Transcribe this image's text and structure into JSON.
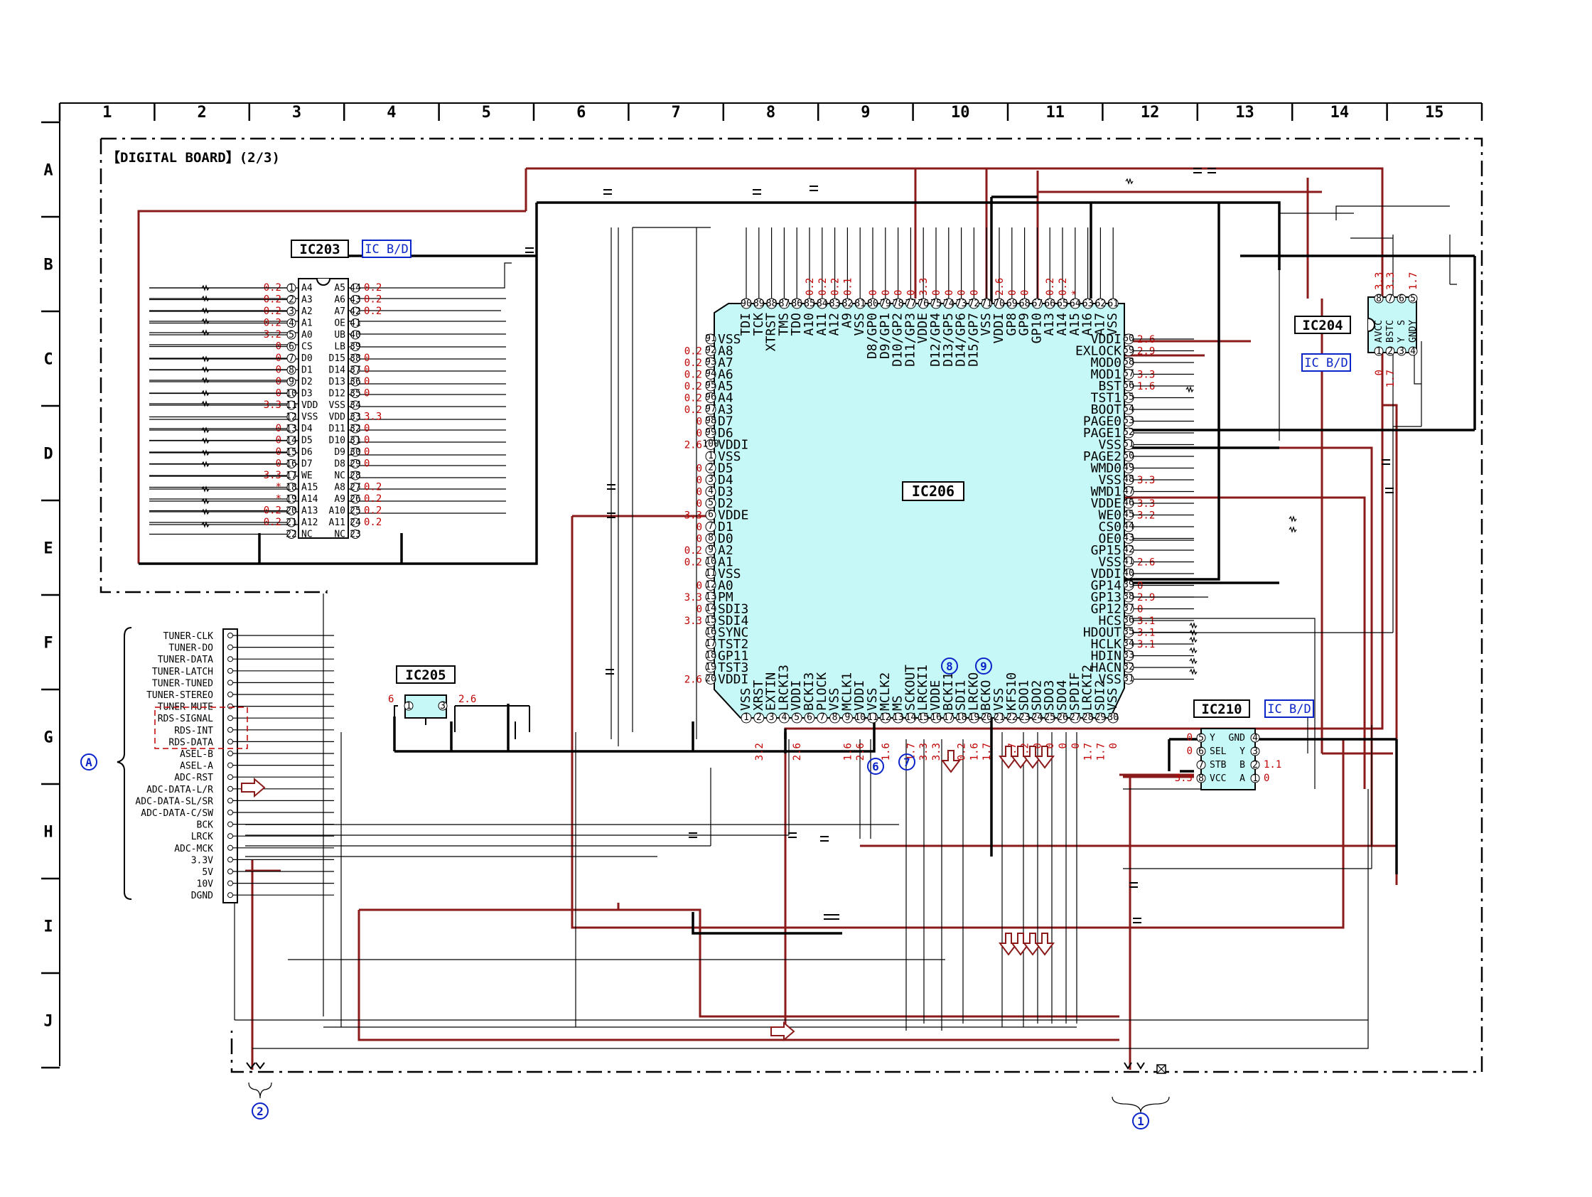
{
  "grid": {
    "columns": [
      "1",
      "2",
      "3",
      "4",
      "5",
      "6",
      "7",
      "8",
      "9",
      "10",
      "11",
      "12",
      "13",
      "14",
      "15"
    ],
    "rows": [
      "A",
      "B",
      "C",
      "D",
      "E",
      "F",
      "G",
      "H",
      "I",
      "J"
    ]
  },
  "board_title": "【DIGITAL BOARD】(2/3)",
  "ics": {
    "ic203": {
      "name": "IC203",
      "tag": "IC B/D",
      "left_pins": [
        {
          "n": "1",
          "f": "A4",
          "v": "0.2"
        },
        {
          "n": "2",
          "f": "A3",
          "v": "0.2"
        },
        {
          "n": "3",
          "f": "A2",
          "v": "0.2"
        },
        {
          "n": "4",
          "f": "A1",
          "v": "0.2"
        },
        {
          "n": "5",
          "f": "A0",
          "v": "3.2"
        },
        {
          "n": "6",
          "f": "CS",
          "v": "0"
        },
        {
          "n": "7",
          "f": "D0",
          "v": "0"
        },
        {
          "n": "8",
          "f": "D1",
          "v": "0"
        },
        {
          "n": "9",
          "f": "D2",
          "v": "0"
        },
        {
          "n": "10",
          "f": "D3",
          "v": "0"
        },
        {
          "n": "11",
          "f": "VDD",
          "v": "3.3"
        },
        {
          "n": "12",
          "f": "VSS",
          "v": ""
        },
        {
          "n": "13",
          "f": "D4",
          "v": "0"
        },
        {
          "n": "14",
          "f": "D5",
          "v": "0"
        },
        {
          "n": "15",
          "f": "D6",
          "v": "0"
        },
        {
          "n": "16",
          "f": "D7",
          "v": "0"
        },
        {
          "n": "17",
          "f": "WE",
          "v": "3.3"
        },
        {
          "n": "18",
          "f": "A15",
          "v": "*"
        },
        {
          "n": "19",
          "f": "A14",
          "v": "*"
        },
        {
          "n": "20",
          "f": "A13",
          "v": "0.2"
        },
        {
          "n": "21",
          "f": "A12",
          "v": "0.2"
        },
        {
          "n": "22",
          "f": "NC",
          "v": ""
        }
      ],
      "right_pins": [
        {
          "n": "44",
          "f": "A5",
          "v": "0.2"
        },
        {
          "n": "43",
          "f": "A6",
          "v": "0.2"
        },
        {
          "n": "42",
          "f": "A7",
          "v": "0.2"
        },
        {
          "n": "41",
          "f": "OE",
          "v": ""
        },
        {
          "n": "40",
          "f": "UB",
          "v": ""
        },
        {
          "n": "39",
          "f": "LB",
          "v": ""
        },
        {
          "n": "38",
          "f": "D15",
          "v": "0"
        },
        {
          "n": "37",
          "f": "D14",
          "v": "0"
        },
        {
          "n": "36",
          "f": "D13",
          "v": "0"
        },
        {
          "n": "35",
          "f": "D12",
          "v": "0"
        },
        {
          "n": "34",
          "f": "VSS",
          "v": ""
        },
        {
          "n": "33",
          "f": "VDD",
          "v": "3.3"
        },
        {
          "n": "32",
          "f": "D11",
          "v": "0"
        },
        {
          "n": "31",
          "f": "D10",
          "v": "0"
        },
        {
          "n": "30",
          "f": "D9",
          "v": "0"
        },
        {
          "n": "29",
          "f": "D8",
          "v": "0"
        },
        {
          "n": "28",
          "f": "NC",
          "v": ""
        },
        {
          "n": "27",
          "f": "A8",
          "v": "0.2"
        },
        {
          "n": "26",
          "f": "A9",
          "v": "0.2"
        },
        {
          "n": "25",
          "f": "A10",
          "v": "0.2"
        },
        {
          "n": "24",
          "f": "A11",
          "v": "0.2"
        },
        {
          "n": "23",
          "f": "NC",
          "v": ""
        }
      ]
    },
    "ic206": {
      "name": "IC206",
      "top_pins": [
        {
          "n": "90",
          "f": "TDI",
          "v": ""
        },
        {
          "n": "89",
          "f": "TCK",
          "v": ""
        },
        {
          "n": "88",
          "f": "XTRST",
          "v": ""
        },
        {
          "n": "87",
          "f": "TMS",
          "v": ""
        },
        {
          "n": "86",
          "f": "TDO",
          "v": ""
        },
        {
          "n": "85",
          "f": "A10",
          "v": "0.2"
        },
        {
          "n": "84",
          "f": "A11",
          "v": "0.2"
        },
        {
          "n": "83",
          "f": "A12",
          "v": "0.2"
        },
        {
          "n": "82",
          "f": "A9",
          "v": "0.1"
        },
        {
          "n": "81",
          "f": "VSS",
          "v": ""
        },
        {
          "n": "80",
          "f": "D8/GP0",
          "v": "0"
        },
        {
          "n": "79",
          "f": "D9/GP1",
          "v": "0"
        },
        {
          "n": "78",
          "f": "D10/GP2",
          "v": "0"
        },
        {
          "n": "77",
          "f": "D11/GP3",
          "v": "0"
        },
        {
          "n": "76",
          "f": "VDDE",
          "v": "3.3"
        },
        {
          "n": "75",
          "f": "D12/GP4",
          "v": "0"
        },
        {
          "n": "74",
          "f": "D13/GP5",
          "v": "0"
        },
        {
          "n": "73",
          "f": "D14/GP6",
          "v": "0"
        },
        {
          "n": "72",
          "f": "D15/GP7",
          "v": "0"
        },
        {
          "n": "71",
          "f": "VSS",
          "v": ""
        },
        {
          "n": "70",
          "f": "VDDI",
          "v": "2.6"
        },
        {
          "n": "69",
          "f": "GP8",
          "v": "0"
        },
        {
          "n": "68",
          "f": "GP9",
          "v": "0"
        },
        {
          "n": "67",
          "f": "GP10",
          "v": ""
        },
        {
          "n": "66",
          "f": "A13",
          "v": "0.2"
        },
        {
          "n": "65",
          "f": "A14",
          "v": "0.2"
        },
        {
          "n": "64",
          "f": "A15",
          "v": "*"
        },
        {
          "n": "63",
          "f": "A16",
          "v": ""
        },
        {
          "n": "62",
          "f": "A17",
          "v": ""
        },
        {
          "n": "61",
          "f": "VSS",
          "v": ""
        }
      ],
      "left_pins": [
        {
          "n": "91",
          "f": "VSS",
          "v": ""
        },
        {
          "n": "92",
          "f": "A8",
          "v": "0.2"
        },
        {
          "n": "93",
          "f": "A7",
          "v": "0.2"
        },
        {
          "n": "94",
          "f": "A6",
          "v": "0.2"
        },
        {
          "n": "95",
          "f": "A5",
          "v": "0.2"
        },
        {
          "n": "96",
          "f": "A4",
          "v": "0.2"
        },
        {
          "n": "97",
          "f": "A3",
          "v": "0.2"
        },
        {
          "n": "98",
          "f": "D7",
          "v": "0"
        },
        {
          "n": "99",
          "f": "D6",
          "v": "0"
        },
        {
          "n": "100",
          "f": "VDDI",
          "v": "2.6"
        },
        {
          "n": "1",
          "f": "VSS",
          "v": ""
        },
        {
          "n": "2",
          "f": "D5",
          "v": "0"
        },
        {
          "n": "3",
          "f": "D4",
          "v": "0"
        },
        {
          "n": "4",
          "f": "D3",
          "v": "0"
        },
        {
          "n": "5",
          "f": "D2",
          "v": "0"
        },
        {
          "n": "6",
          "f": "VDDE",
          "v": "3.3"
        },
        {
          "n": "7",
          "f": "D1",
          "v": "0"
        },
        {
          "n": "8",
          "f": "D0",
          "v": "0"
        },
        {
          "n": "9",
          "f": "A2",
          "v": "0.2"
        },
        {
          "n": "10",
          "f": "A1",
          "v": "0.2"
        },
        {
          "n": "11",
          "f": "VSS",
          "v": ""
        },
        {
          "n": "12",
          "f": "A0",
          "v": "0"
        },
        {
          "n": "13",
          "f": "PM",
          "v": "3.3"
        },
        {
          "n": "14",
          "f": "SDI3",
          "v": "0"
        },
        {
          "n": "15",
          "f": "SDI4",
          "v": "3.3"
        },
        {
          "n": "16",
          "f": "SYNC",
          "v": ""
        },
        {
          "n": "17",
          "f": "TST2",
          "v": ""
        },
        {
          "n": "18",
          "f": "GP11",
          "v": ""
        },
        {
          "n": "19",
          "f": "TST3",
          "v": ""
        },
        {
          "n": "20",
          "f": "VDDI",
          "v": "2.6"
        }
      ],
      "right_pins": [
        {
          "n": "60",
          "f": "VDDI",
          "v": "2.6"
        },
        {
          "n": "59",
          "f": "EXLOCK",
          "v": "2.9"
        },
        {
          "n": "58",
          "f": "MOD0",
          "v": ""
        },
        {
          "n": "57",
          "f": "MOD1",
          "v": "3.3"
        },
        {
          "n": "56",
          "f": "BST",
          "v": "1.6"
        },
        {
          "n": "55",
          "f": "TST1",
          "v": ""
        },
        {
          "n": "54",
          "f": "BOOT",
          "v": ""
        },
        {
          "n": "53",
          "f": "PAGE0",
          "v": ""
        },
        {
          "n": "52",
          "f": "PAGE1",
          "v": ""
        },
        {
          "n": "51",
          "f": "VSS",
          "v": ""
        },
        {
          "n": "50",
          "f": "PAGE2",
          "v": ""
        },
        {
          "n": "49",
          "f": "WMD0",
          "v": ""
        },
        {
          "n": "48",
          "f": "VSS",
          "v": "3.3"
        },
        {
          "n": "47",
          "f": "WMD1",
          "v": ""
        },
        {
          "n": "46",
          "f": "VDDE",
          "v": "3.3"
        },
        {
          "n": "45",
          "f": "WE0",
          "v": "3.2"
        },
        {
          "n": "44",
          "f": "CS0",
          "v": ""
        },
        {
          "n": "43",
          "f": "OE0",
          "v": ""
        },
        {
          "n": "42",
          "f": "GP15",
          "v": ""
        },
        {
          "n": "41",
          "f": "VSS",
          "v": "2.6"
        },
        {
          "n": "40",
          "f": "VDDI",
          "v": ""
        },
        {
          "n": "39",
          "f": "GP14",
          "v": "0"
        },
        {
          "n": "38",
          "f": "GP13",
          "v": "2.9"
        },
        {
          "n": "37",
          "f": "GP12",
          "v": "0"
        },
        {
          "n": "36",
          "f": "HCS",
          "v": "3.1"
        },
        {
          "n": "35",
          "f": "HDOUT",
          "v": "3.1"
        },
        {
          "n": "34",
          "f": "HCLK",
          "v": "3.1"
        },
        {
          "n": "33",
          "f": "HDIN",
          "v": ""
        },
        {
          "n": "32",
          "f": "HACN",
          "v": ""
        },
        {
          "n": "31",
          "f": "VSS",
          "v": ""
        }
      ],
      "bottom_pins": [
        {
          "n": "1",
          "f": "VSS",
          "v": ""
        },
        {
          "n": "2",
          "f": "XRST",
          "v": "3.2"
        },
        {
          "n": "3",
          "f": "EXTIN",
          "v": ""
        },
        {
          "n": "4",
          "f": "LRCKI3",
          "v": ""
        },
        {
          "n": "5",
          "f": "VDDI",
          "v": "2.6"
        },
        {
          "n": "6",
          "f": "BCKI3",
          "v": ""
        },
        {
          "n": "7",
          "f": "PLOCK",
          "v": ""
        },
        {
          "n": "8",
          "f": "VSS",
          "v": ""
        },
        {
          "n": "9",
          "f": "MCLK1",
          "v": "1.6"
        },
        {
          "n": "10",
          "f": "VDDI",
          "v": "2.6"
        },
        {
          "n": "11",
          "f": "VSS",
          "v": ""
        },
        {
          "n": "12",
          "f": "MCLK2",
          "v": "1.6"
        },
        {
          "n": "13",
          "f": "MS",
          "v": ""
        },
        {
          "n": "14",
          "f": "SCKOUT",
          "v": "1.7"
        },
        {
          "n": "15",
          "f": "LRCKI1",
          "v": "3.3"
        },
        {
          "n": "16",
          "f": "VDDE",
          "v": "3.3"
        },
        {
          "n": "17",
          "f": "BCKI1",
          "v": ""
        },
        {
          "n": "18",
          "f": "SDI1",
          "v": "0.2"
        },
        {
          "n": "19",
          "f": "LRCKO",
          "v": "1.6"
        },
        {
          "n": "20",
          "f": "BCKO",
          "v": "1.7"
        },
        {
          "n": "21",
          "f": "VSS",
          "v": ""
        },
        {
          "n": "22",
          "f": "KFS10",
          "v": "1.7"
        },
        {
          "n": "23",
          "f": "SDO1",
          "v": "1.2"
        },
        {
          "n": "24",
          "f": "SDO2",
          "v": "0"
        },
        {
          "n": "25",
          "f": "SDO3",
          "v": "0"
        },
        {
          "n": "26",
          "f": "SDO4",
          "v": "0"
        },
        {
          "n": "27",
          "f": "SPDIF",
          "v": "0"
        },
        {
          "n": "28",
          "f": "LRCKI2",
          "v": "1.7"
        },
        {
          "n": "29",
          "f": "SDI2",
          "v": "1.7"
        },
        {
          "n": "30",
          "f": "VSS",
          "v": "0"
        }
      ]
    },
    "ic205": {
      "name": "IC205",
      "pins": [
        {
          "n": "1",
          "v": "6"
        },
        {
          "n": "2",
          "v": ""
        },
        {
          "n": "3",
          "v": "2.6"
        }
      ]
    },
    "ic204": {
      "name": "IC204",
      "tag": "IC B/D",
      "top_pins": [
        {
          "n": "8",
          "f": "VCC",
          "v": "3.3"
        },
        {
          "n": "7",
          "f": "STC",
          "v": "3.3"
        },
        {
          "n": "6",
          "f": "S",
          "v": ""
        },
        {
          "n": "5",
          "f": "Y",
          "v": "1.7"
        }
      ],
      "bottom_pins": [
        {
          "n": "1",
          "f": "A",
          "v": "0"
        },
        {
          "n": "2",
          "f": "B",
          "v": "1.7"
        },
        {
          "n": "3",
          "f": "Y",
          "v": ""
        },
        {
          "n": "4",
          "f": "GND",
          "v": ""
        }
      ]
    },
    "ic210": {
      "name": "IC210",
      "tag": "IC B/D",
      "left_pins": [
        {
          "n": "5",
          "f": "Y",
          "v": "0"
        },
        {
          "n": "6",
          "f": "SEL",
          "v": "0"
        },
        {
          "n": "7",
          "f": "STB",
          "v": ""
        },
        {
          "n": "8",
          "f": "VCC",
          "v": "3.3"
        }
      ],
      "right_pins": [
        {
          "n": "4",
          "f": "GND",
          "v": ""
        },
        {
          "n": "3",
          "f": "Y",
          "v": ""
        },
        {
          "n": "2",
          "f": "B",
          "v": "1.1"
        },
        {
          "n": "1",
          "f": "A",
          "v": "0"
        }
      ]
    }
  },
  "connector_labels": [
    "TUNER-CLK",
    "TUNER-DO",
    "TUNER-DATA",
    "TUNER-LATCH",
    "TUNER-TUNED",
    "TUNER-STEREO",
    "TUNER-MUTE",
    "RDS-SIGNAL",
    "RDS-INT",
    "RDS-DATA",
    "ASEL-B",
    "ASEL-A",
    "ADC-RST",
    "ADC-DATA-L/R",
    "ADC-DATA-SL/SR",
    "ADC-DATA-C/SW",
    "BCK",
    "LRCK",
    "ADC-MCK",
    "3.3V",
    "5V",
    "10V",
    "DGND"
  ],
  "markers": {
    "A": "A",
    "one": "1",
    "two": "2",
    "six": "6",
    "seven": "7",
    "eight": "8",
    "nine": "9"
  },
  "colors": {
    "wire": "#000000",
    "power": "#8b1a1a",
    "voltage": "#c00000",
    "ic_fill": "#c6f8f8",
    "tag": "#0a24c8"
  }
}
